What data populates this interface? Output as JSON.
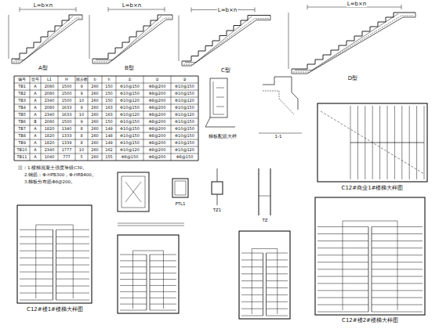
{
  "diagram": {
    "labels": [
      "A型",
      "B型",
      "C型",
      "D型",
      "L=b×n",
      "L=b×n",
      "L=b×n",
      "L=b×n",
      "编号",
      "型号",
      "L1",
      "H",
      "踏步数",
      "b",
      "h",
      "①",
      "②",
      "③",
      "TB1",
      "A",
      "2080",
      "1500",
      "9",
      "260",
      "150",
      "Φ10@150",
      "Φ8@200",
      "Φ10@150",
      "TB2",
      "A",
      "2080",
      "1500",
      "9",
      "260",
      "150",
      "Φ10@150",
      "Φ8@200",
      "Φ10@150",
      "TB3",
      "A",
      "2340",
      "1500",
      "10",
      "260",
      "150",
      "Φ10@120",
      "Φ8@200",
      "Φ10@120",
      "TB4",
      "A",
      "2080",
      "1633",
      "9",
      "260",
      "163",
      "Φ10@150",
      "Φ8@200",
      "Φ10@150",
      "TB5",
      "A",
      "2340",
      "1633",
      "10",
      "260",
      "163",
      "Φ10@120",
      "Φ8@200",
      "Φ10@120",
      "TB6",
      "B",
      "2080",
      "1500",
      "9",
      "260",
      "150",
      "Φ10@150",
      "Φ8@200",
      "Φ10@150",
      "TB7",
      "A",
      "1820",
      "1340",
      "8",
      "260",
      "149",
      "Φ10@150",
      "Φ8@200",
      "Φ10@150",
      "TB8",
      "A",
      "1820",
      "1333",
      "8",
      "260",
      "148",
      "Φ10@150",
      "Φ8@200",
      "Φ10@150",
      "TB9",
      "A",
      "1820",
      "1339",
      "8",
      "260",
      "149",
      "Φ10@150",
      "Φ8@200",
      "Φ10@150",
      "TB10",
      "A",
      "2340",
      "1777",
      "10",
      "260",
      "162",
      "Φ10@120",
      "Φ8@200",
      "Φ10@120",
      "TB11",
      "A",
      "1040",
      "777",
      "5",
      "260",
      "155",
      "Φ8@150",
      "Φ8@200",
      "Φ8@150",
      "注：1.楼梯混凝土强度等级C30。",
      "2.钢筋：Φ-HPB300，Φ-HRB400。",
      "3.梯板分布筋Φ8@200。",
      "梯板配筋大样",
      "1-1",
      "C12#商业1#楼梯大样图",
      "PTL1",
      "TZ1",
      "TZ",
      "C12#楼1#楼梯大样图",
      "C12#楼2#楼梯大样图"
    ]
  }
}
